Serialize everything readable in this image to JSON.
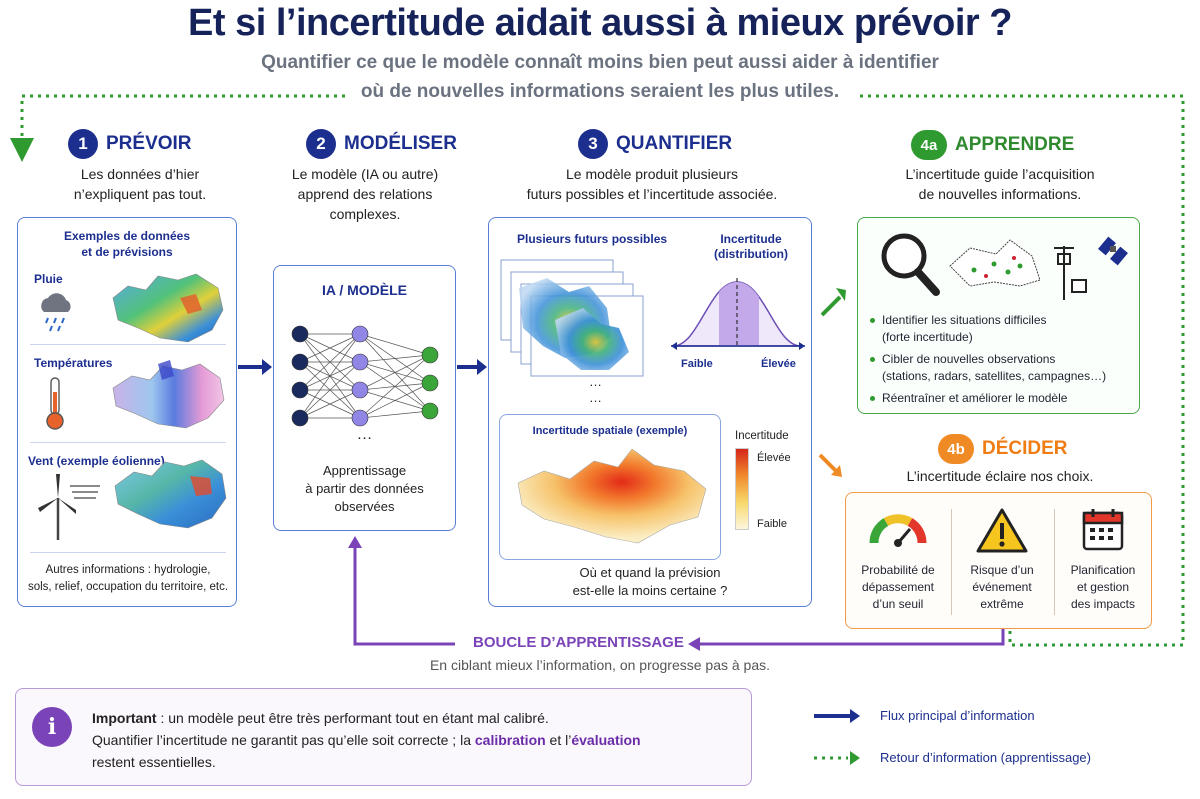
{
  "header": {
    "title": "Et si l’incertitude aidait aussi à mieux prévoir ?",
    "subtitle_line1": "Quantifier ce que le modèle connaît moins bien peut aussi aider à identifier",
    "subtitle_line2": "où de nouvelles informations seraient les plus utiles."
  },
  "steps": {
    "s1": {
      "num": "1",
      "title": "PRÉVOIR",
      "desc1": "Les données d’hier",
      "desc2": "n’expliquent pas tout."
    },
    "s2": {
      "num": "2",
      "title": "MODÉLISER",
      "desc1": "Le modèle (IA ou autre)",
      "desc2": "apprend des relations",
      "desc3": "complexes."
    },
    "s3": {
      "num": "3",
      "title": "QUANTIFIER",
      "desc1": "Le modèle produit plusieurs",
      "desc2": "futurs possibles et l’incertitude associée."
    },
    "s4a": {
      "num": "4a",
      "title": "APPRENDRE",
      "desc1": "L’incertitude guide l’acquisition",
      "desc2": "de nouvelles informations."
    },
    "s4b": {
      "num": "4b",
      "title": "DÉCIDER",
      "desc1": "L’incertitude éclaire nos choix."
    }
  },
  "panel1": {
    "header1": "Exemples de données",
    "header2": "et de prévisions",
    "rows": [
      "Pluie",
      "Températures",
      "Vent (exemple éolienne)"
    ],
    "footer1": "Autres informations : hydrologie,",
    "footer2": "sols, relief, occupation du territoire, etc."
  },
  "panel2": {
    "title": "IA / MODÈLE",
    "ellipsis": "…",
    "caption1": "Apprentissage",
    "caption2": "à partir des données",
    "caption3": "observées"
  },
  "panel3": {
    "futures_title": "Plusieurs futurs possibles",
    "uncert_title1": "Incertitude",
    "uncert_title2": "(distribution)",
    "low": "Faible",
    "high": "Élevée",
    "dots": "…",
    "spatial_title": "Incertitude spatiale (exemple)",
    "legend_title": "Incertitude",
    "legend_high": "Élevée",
    "legend_low": "Faible",
    "question1": "Où et quand la prévision",
    "question2": "est-elle la moins certaine ?"
  },
  "panel4a": {
    "bullets": [
      "Identifier les situations difficiles",
      "(forte incertitude)",
      "Cibler de nouvelles observations",
      "(stations, radars, satellites, campagnes…)",
      "Réentraîner et améliorer le modèle"
    ]
  },
  "panel4b": {
    "items": [
      {
        "l1": "Probabilité de",
        "l2": "dépassement",
        "l3": "d’un seuil"
      },
      {
        "l1": "Risque d’un",
        "l2": "événement",
        "l3": "extrême"
      },
      {
        "l1": "Planification",
        "l2": "et gestion",
        "l3": "des impacts"
      }
    ]
  },
  "loop": {
    "title": "BOUCLE D’APPRENTISSAGE",
    "caption": "En ciblant mieux l’information, on progresse pas à pas."
  },
  "note": {
    "icon": "i",
    "bold": "Important",
    "line1": " : un modèle peut être très performant tout en étant mal calibré.",
    "line2a": "Quantifier l’incertitude ne garantit pas qu’elle soit correcte ; la ",
    "kw1": "calibration",
    "mid": " et l’",
    "kw2": "évaluation",
    "line3": "restent essentielles."
  },
  "legend": {
    "main_flow": "Flux principal d’information",
    "feedback": "Retour d’information (apprentissage)"
  },
  "colors": {
    "navy": "#16235a",
    "blue": "#1c2f8f",
    "green": "#2f9a2f",
    "orange": "#f08a24",
    "purple": "#7a44b8"
  }
}
